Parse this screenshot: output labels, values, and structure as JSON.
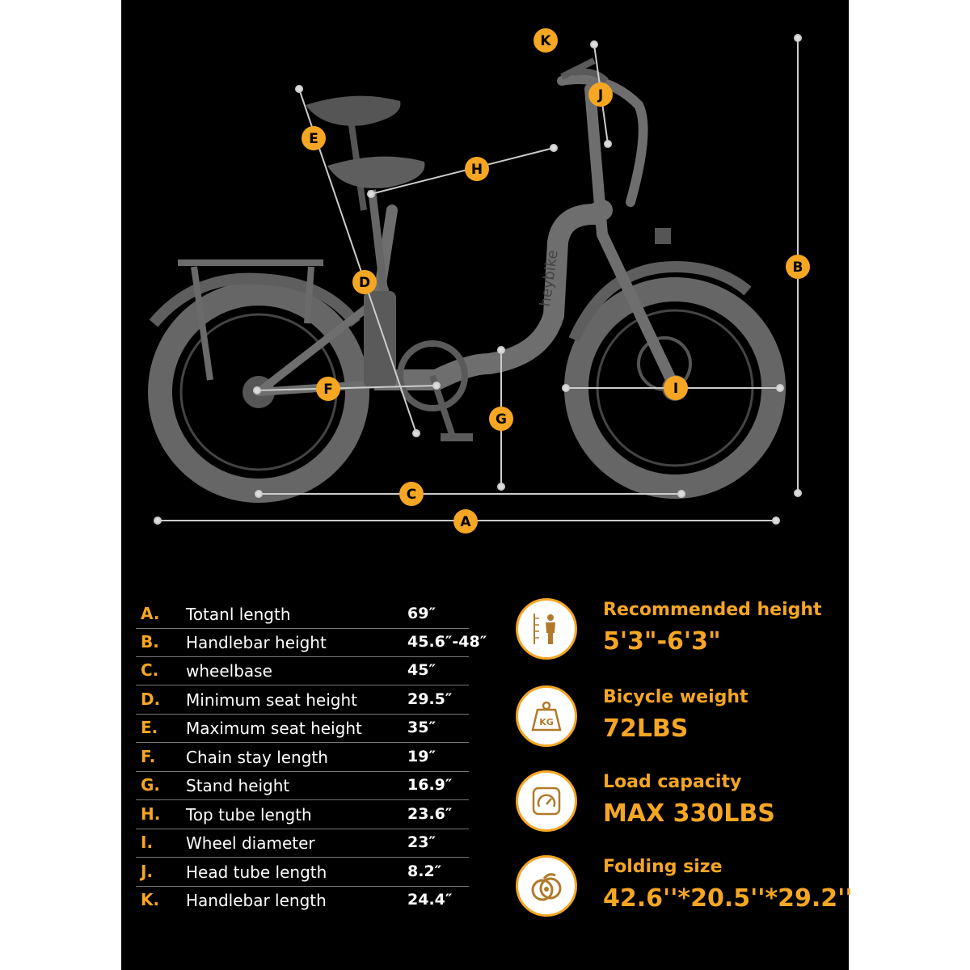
{
  "diagram": {
    "brand_text": "heybike",
    "dimension_labels": [
      "A",
      "B",
      "C",
      "D",
      "E",
      "F",
      "G",
      "H",
      "I",
      "J",
      "K"
    ]
  },
  "specs": [
    {
      "letter": "A.",
      "label": "Totanl length",
      "value": "69″"
    },
    {
      "letter": "B.",
      "label": "Handlebar height",
      "value": "45.6″-48″"
    },
    {
      "letter": "C.",
      "label": "wheelbase",
      "value": "45″"
    },
    {
      "letter": "D.",
      "label": "Minimum seat height",
      "value": "29.5″"
    },
    {
      "letter": "E.",
      "label": "Maximum seat height",
      "value": "35″"
    },
    {
      "letter": "F.",
      "label": "Chain stay length",
      "value": "19″"
    },
    {
      "letter": "G.",
      "label": "Stand height",
      "value": "16.9″"
    },
    {
      "letter": "H.",
      "label": "Top tube length",
      "value": "23.6″"
    },
    {
      "letter": "I.",
      "label": "Wheel diameter",
      "value": "23″"
    },
    {
      "letter": "J.",
      "label": "Head tube length",
      "value": "8.2″"
    },
    {
      "letter": "K.",
      "label": "Handlebar length",
      "value": "24.4″"
    }
  ],
  "features": [
    {
      "icon": "height-ruler-person-icon",
      "title": "Recommended height",
      "value": "5'3\"-6'3\""
    },
    {
      "icon": "kg-weight-icon",
      "title": "Bicycle weight",
      "value": "72LBS"
    },
    {
      "icon": "gauge-icon",
      "title": "Load capacity",
      "value": "MAX 330LBS"
    },
    {
      "icon": "folded-bike-icon",
      "title": "Folding size",
      "value": "42.6''*20.5''*29.2''"
    }
  ],
  "colors": {
    "accent": "#f5a623",
    "background": "#000000",
    "text": "#ffffff",
    "bike": "#6e6e6e"
  }
}
